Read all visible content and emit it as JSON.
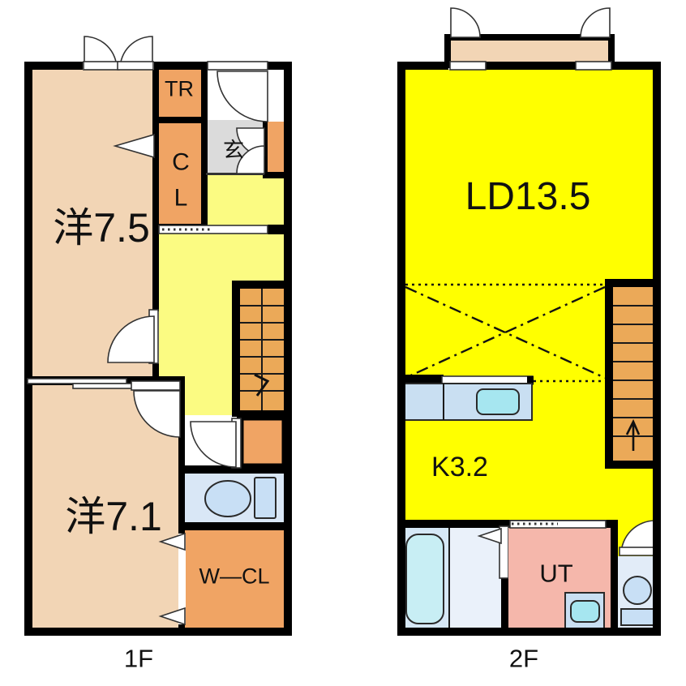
{
  "floor1": {
    "label": "1F",
    "rooms": {
      "bedroom1": "洋7.5",
      "bedroom2": "洋7.1",
      "trunk": "TR",
      "closet": "CL",
      "entrance": "玄",
      "walk_in_closet": "W—CL"
    }
  },
  "floor2": {
    "label": "2F",
    "rooms": {
      "living_dining": "LD13.5",
      "kitchen": "K3.2",
      "utility": "UT"
    }
  },
  "colors": {
    "room_peach": "#F2D5B5",
    "closet_orange": "#F0A464",
    "stair_orange": "#EBA958",
    "hall_yellow": "#FBFB82",
    "ld_yellow": "#FFFF00",
    "entrance_gray": "#DBDBDB",
    "utility_pink": "#F5B7AB",
    "bath_blue": "#D6E8F6",
    "shower_blue": "#EAF1FA",
    "counter_blue": "#C9DFF2",
    "tub_cyan": "#C8EEF4",
    "sink_cyan": "#A6E6F0",
    "fixture_blue": "#C8DFF5",
    "toilet1_blue": "#D9E7F6",
    "toilet2_blue": "#E2ECF8",
    "wall_black": "#000000"
  }
}
